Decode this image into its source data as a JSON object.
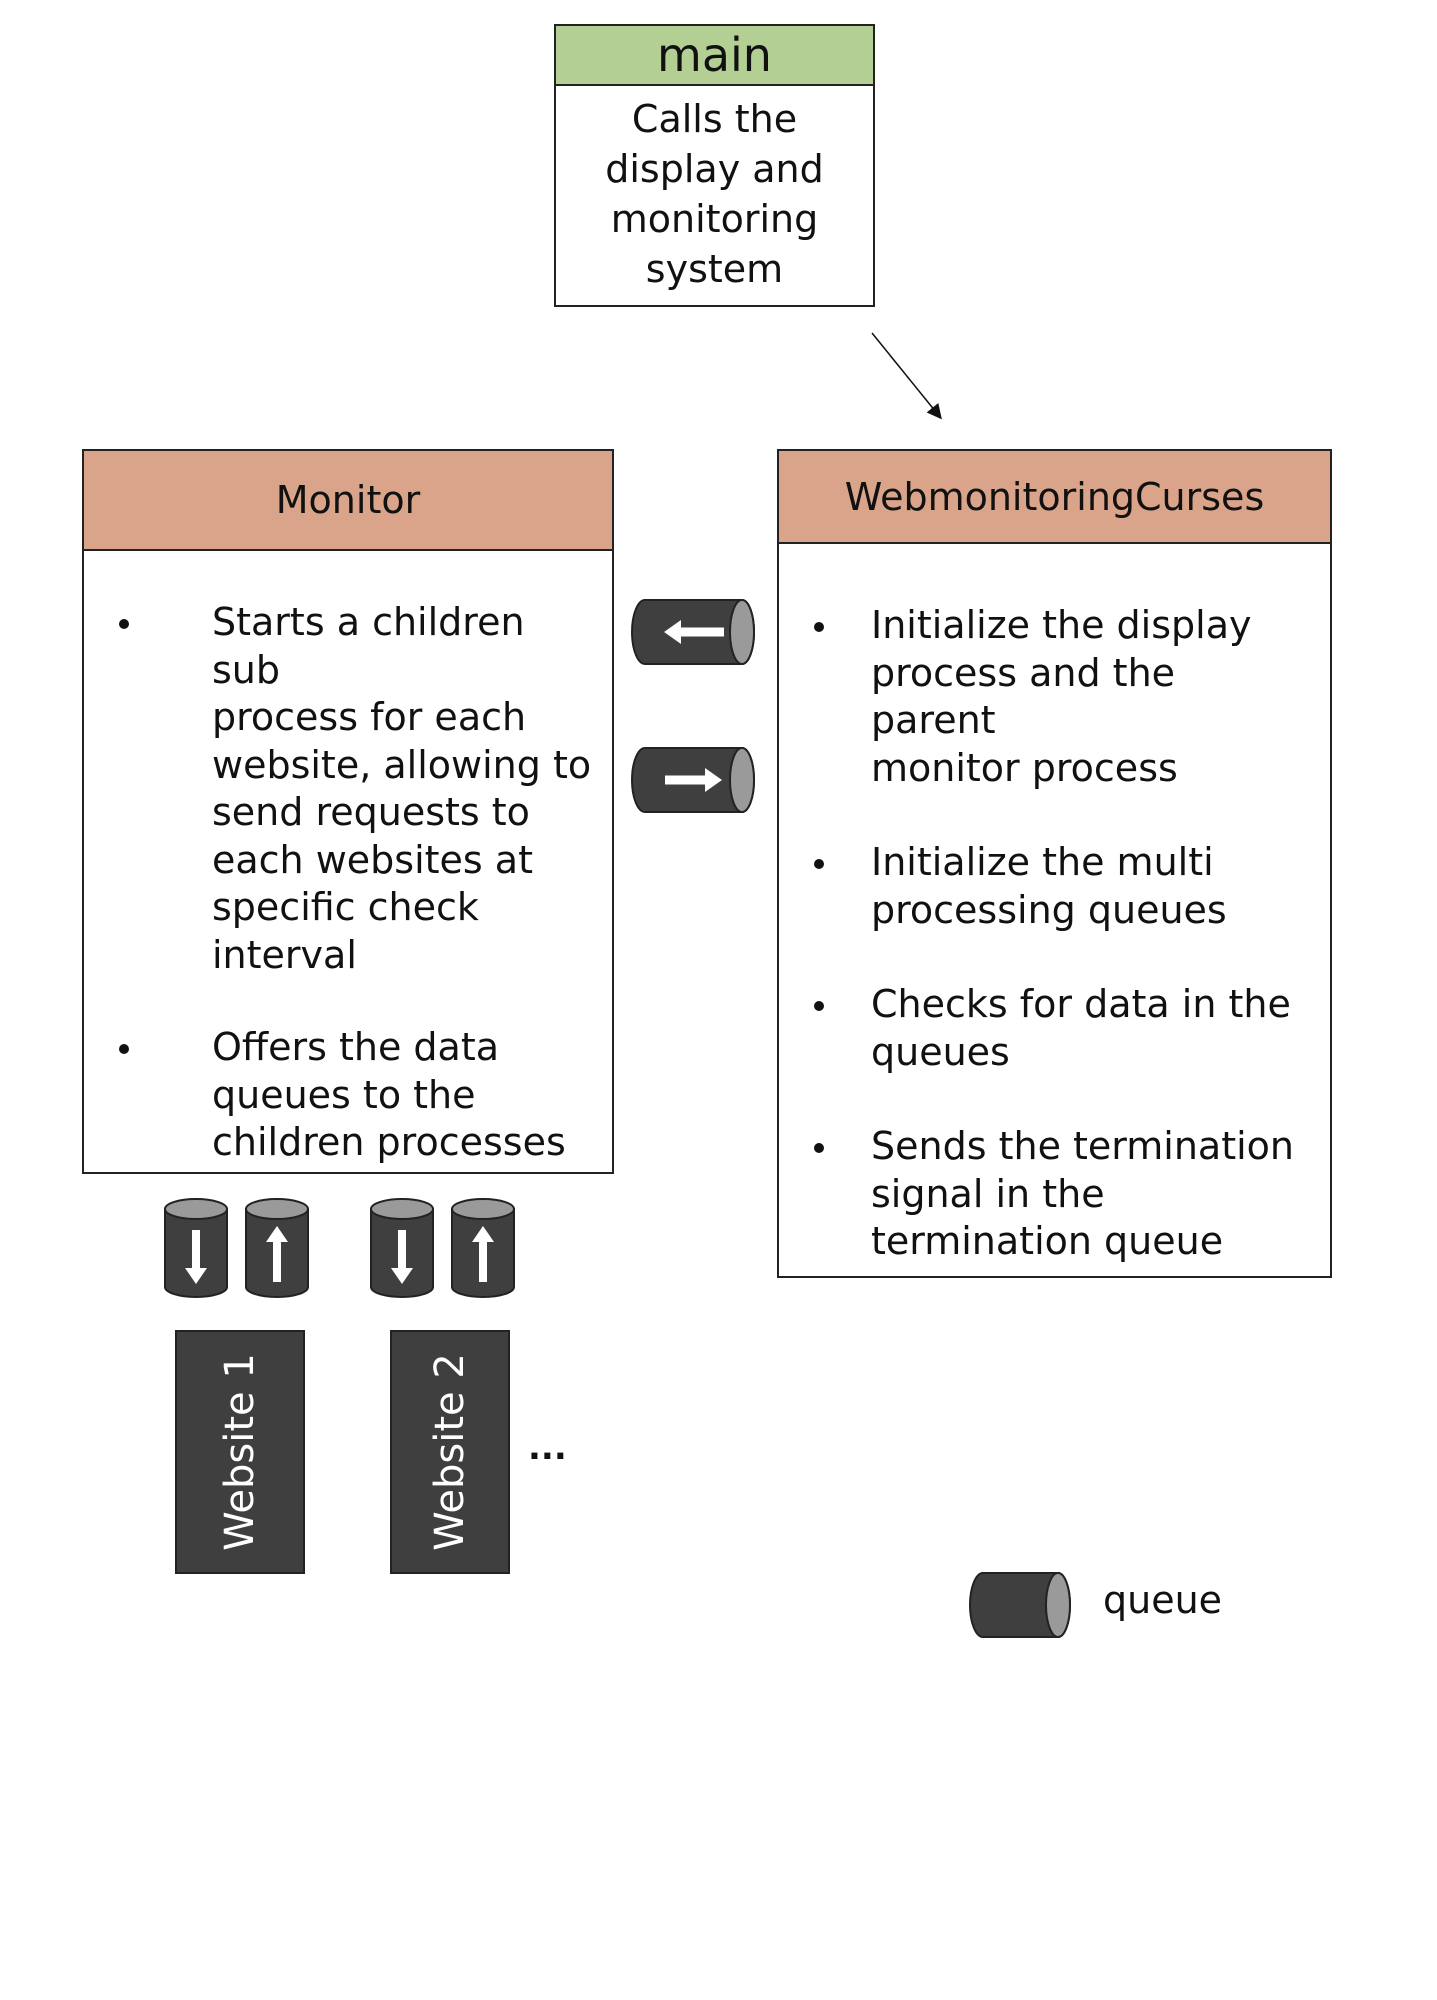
{
  "main": {
    "title": "main",
    "lines": [
      "Calls the",
      "display and",
      "monitoring",
      "system"
    ]
  },
  "monitor": {
    "title": "Monitor",
    "bullets": [
      [
        "Starts a children sub",
        "process for each",
        "website, allowing to",
        "send requests to",
        "each websites at",
        "specific check",
        "interval"
      ],
      [
        "Offers the data",
        "queues to the",
        "children processes"
      ]
    ]
  },
  "curses": {
    "title": "WebmonitoringCurses",
    "bullets": [
      [
        "Initialize the display",
        "process and the parent",
        "monitor process"
      ],
      [
        "Initialize the multi",
        "processing queues"
      ],
      [
        "Checks for data in the",
        "queues"
      ],
      [
        "Sends the termination",
        "signal in the",
        "termination queue"
      ]
    ]
  },
  "websites": [
    "Website 1",
    "Website 2"
  ],
  "ellipsis": "...",
  "legend": {
    "label": "queue",
    "icon": "queue-icon"
  },
  "colors": {
    "main_header": "#b3cf93",
    "class_header": "#daa48a",
    "queue_body": "#3f3f3f",
    "queue_cap": "#9a9a9a"
  }
}
